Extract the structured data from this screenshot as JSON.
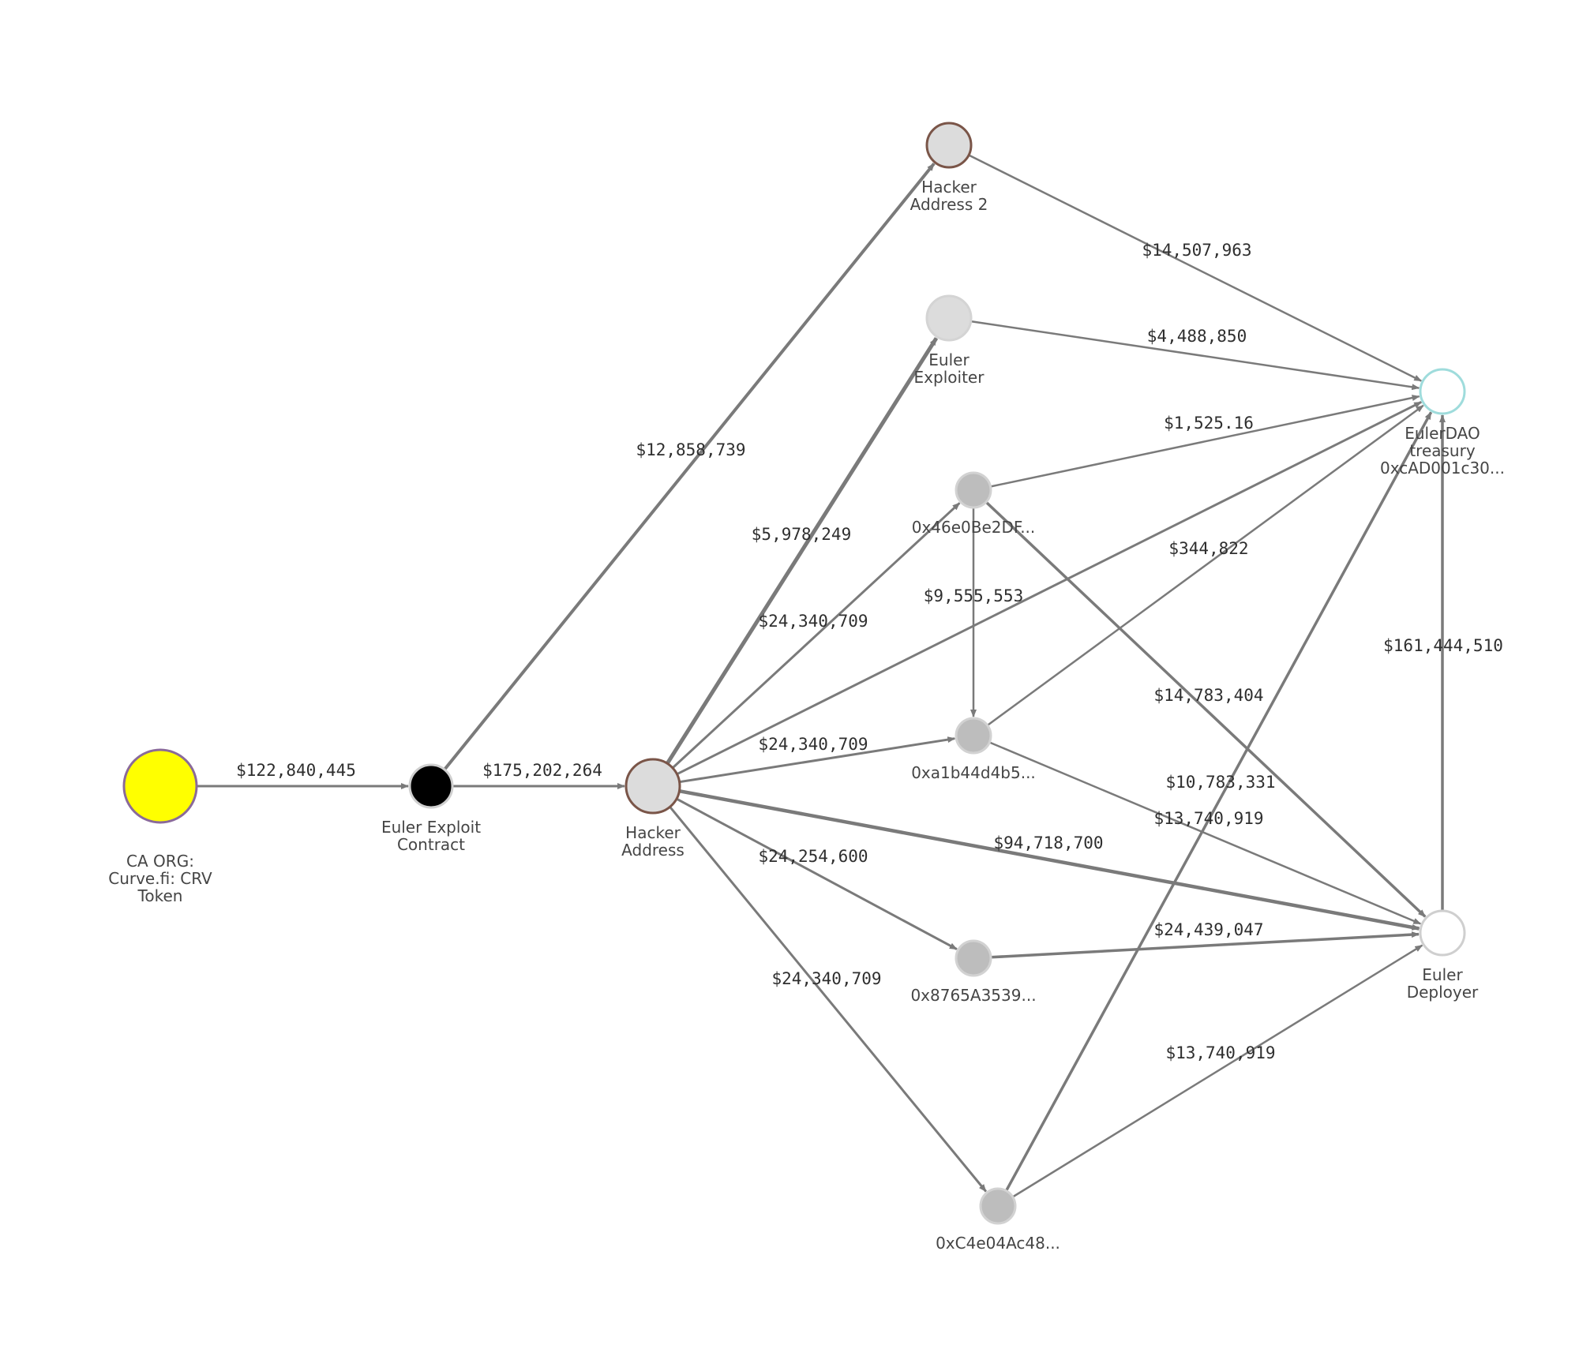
{
  "graph": {
    "nodes": [
      {
        "id": "crv",
        "label": [
          "CA ORG:",
          "Curve.fi: CRV",
          "Token"
        ],
        "fill": "#ffff00",
        "stroke": "#8a6a9a"
      },
      {
        "id": "exploit",
        "label": [
          "Euler Exploit",
          "Contract"
        ],
        "fill": "#000000",
        "stroke": "#cfcfcf"
      },
      {
        "id": "hacker",
        "label": [
          "Hacker",
          "Address"
        ],
        "fill": "#dcdcdc",
        "stroke": "#7a5548"
      },
      {
        "id": "hacker2",
        "label": [
          "Hacker",
          "Address 2"
        ],
        "fill": "#dcdcdc",
        "stroke": "#7a5548"
      },
      {
        "id": "exploiter",
        "label": [
          "Euler",
          "Exploiter"
        ],
        "fill": "#dcdcdc",
        "stroke": "#d4d4d4"
      },
      {
        "id": "n46",
        "label": [
          "0x46e0Be2DF..."
        ],
        "fill": "#bdbdbd",
        "stroke": "#d2d2d2"
      },
      {
        "id": "a1b",
        "label": [
          "0xa1b44d4b5..."
        ],
        "fill": "#bdbdbd",
        "stroke": "#d2d2d2"
      },
      {
        "id": "n87",
        "label": [
          "0x8765A3539..."
        ],
        "fill": "#bdbdbd",
        "stroke": "#d2d2d2"
      },
      {
        "id": "c4e",
        "label": [
          "0xC4e04Ac48..."
        ],
        "fill": "#bdbdbd",
        "stroke": "#d2d2d2"
      },
      {
        "id": "dao",
        "label": [
          "EulerDAO",
          "treasury",
          "0xcAD001c30..."
        ],
        "fill": "#ffffff",
        "stroke": "#9fdcdc"
      },
      {
        "id": "deployer",
        "label": [
          "Euler",
          "Deployer"
        ],
        "fill": "#ffffff",
        "stroke": "#cfcfcf"
      }
    ],
    "edges": [
      {
        "from": "crv",
        "to": "exploit",
        "label": "$122,840,445"
      },
      {
        "from": "exploit",
        "to": "hacker",
        "label": "$175,202,264"
      },
      {
        "from": "exploit",
        "to": "hacker2",
        "label": "$12,858,739"
      },
      {
        "from": "hacker",
        "to": "exploiter",
        "label": "$5,978,249"
      },
      {
        "from": "hacker",
        "to": "n46",
        "label": "$24,340,709"
      },
      {
        "from": "hacker",
        "to": "a1b",
        "label": "$24,340,709"
      },
      {
        "from": "hacker",
        "to": "n87",
        "label": "$24,254,600"
      },
      {
        "from": "hacker",
        "to": "c4e",
        "label": "$24,340,709"
      },
      {
        "from": "hacker",
        "to": "deployer",
        "label": "$94,718,700"
      },
      {
        "from": "hacker",
        "to": "dao",
        "label": "$344,822"
      },
      {
        "from": "hacker2",
        "to": "dao",
        "label": "$14,507,963"
      },
      {
        "from": "exploiter",
        "to": "dao",
        "label": "$4,488,850"
      },
      {
        "from": "n46",
        "to": "dao",
        "label": "$1,525.16"
      },
      {
        "from": "n46",
        "to": "a1b",
        "label": "$9,555,553"
      },
      {
        "from": "n46",
        "to": "deployer",
        "label": "$14,783,404"
      },
      {
        "from": "a1b",
        "to": "dao",
        "label": ""
      },
      {
        "from": "a1b",
        "to": "deployer",
        "label": "$13,740,919"
      },
      {
        "from": "c4e",
        "to": "dao",
        "label": "$10,783,331"
      },
      {
        "from": "n87",
        "to": "deployer",
        "label": "$24,439,047"
      },
      {
        "from": "c4e",
        "to": "deployer",
        "label": "$13,740,919"
      },
      {
        "from": "deployer",
        "to": "dao",
        "label": "$161,444,510"
      }
    ]
  }
}
